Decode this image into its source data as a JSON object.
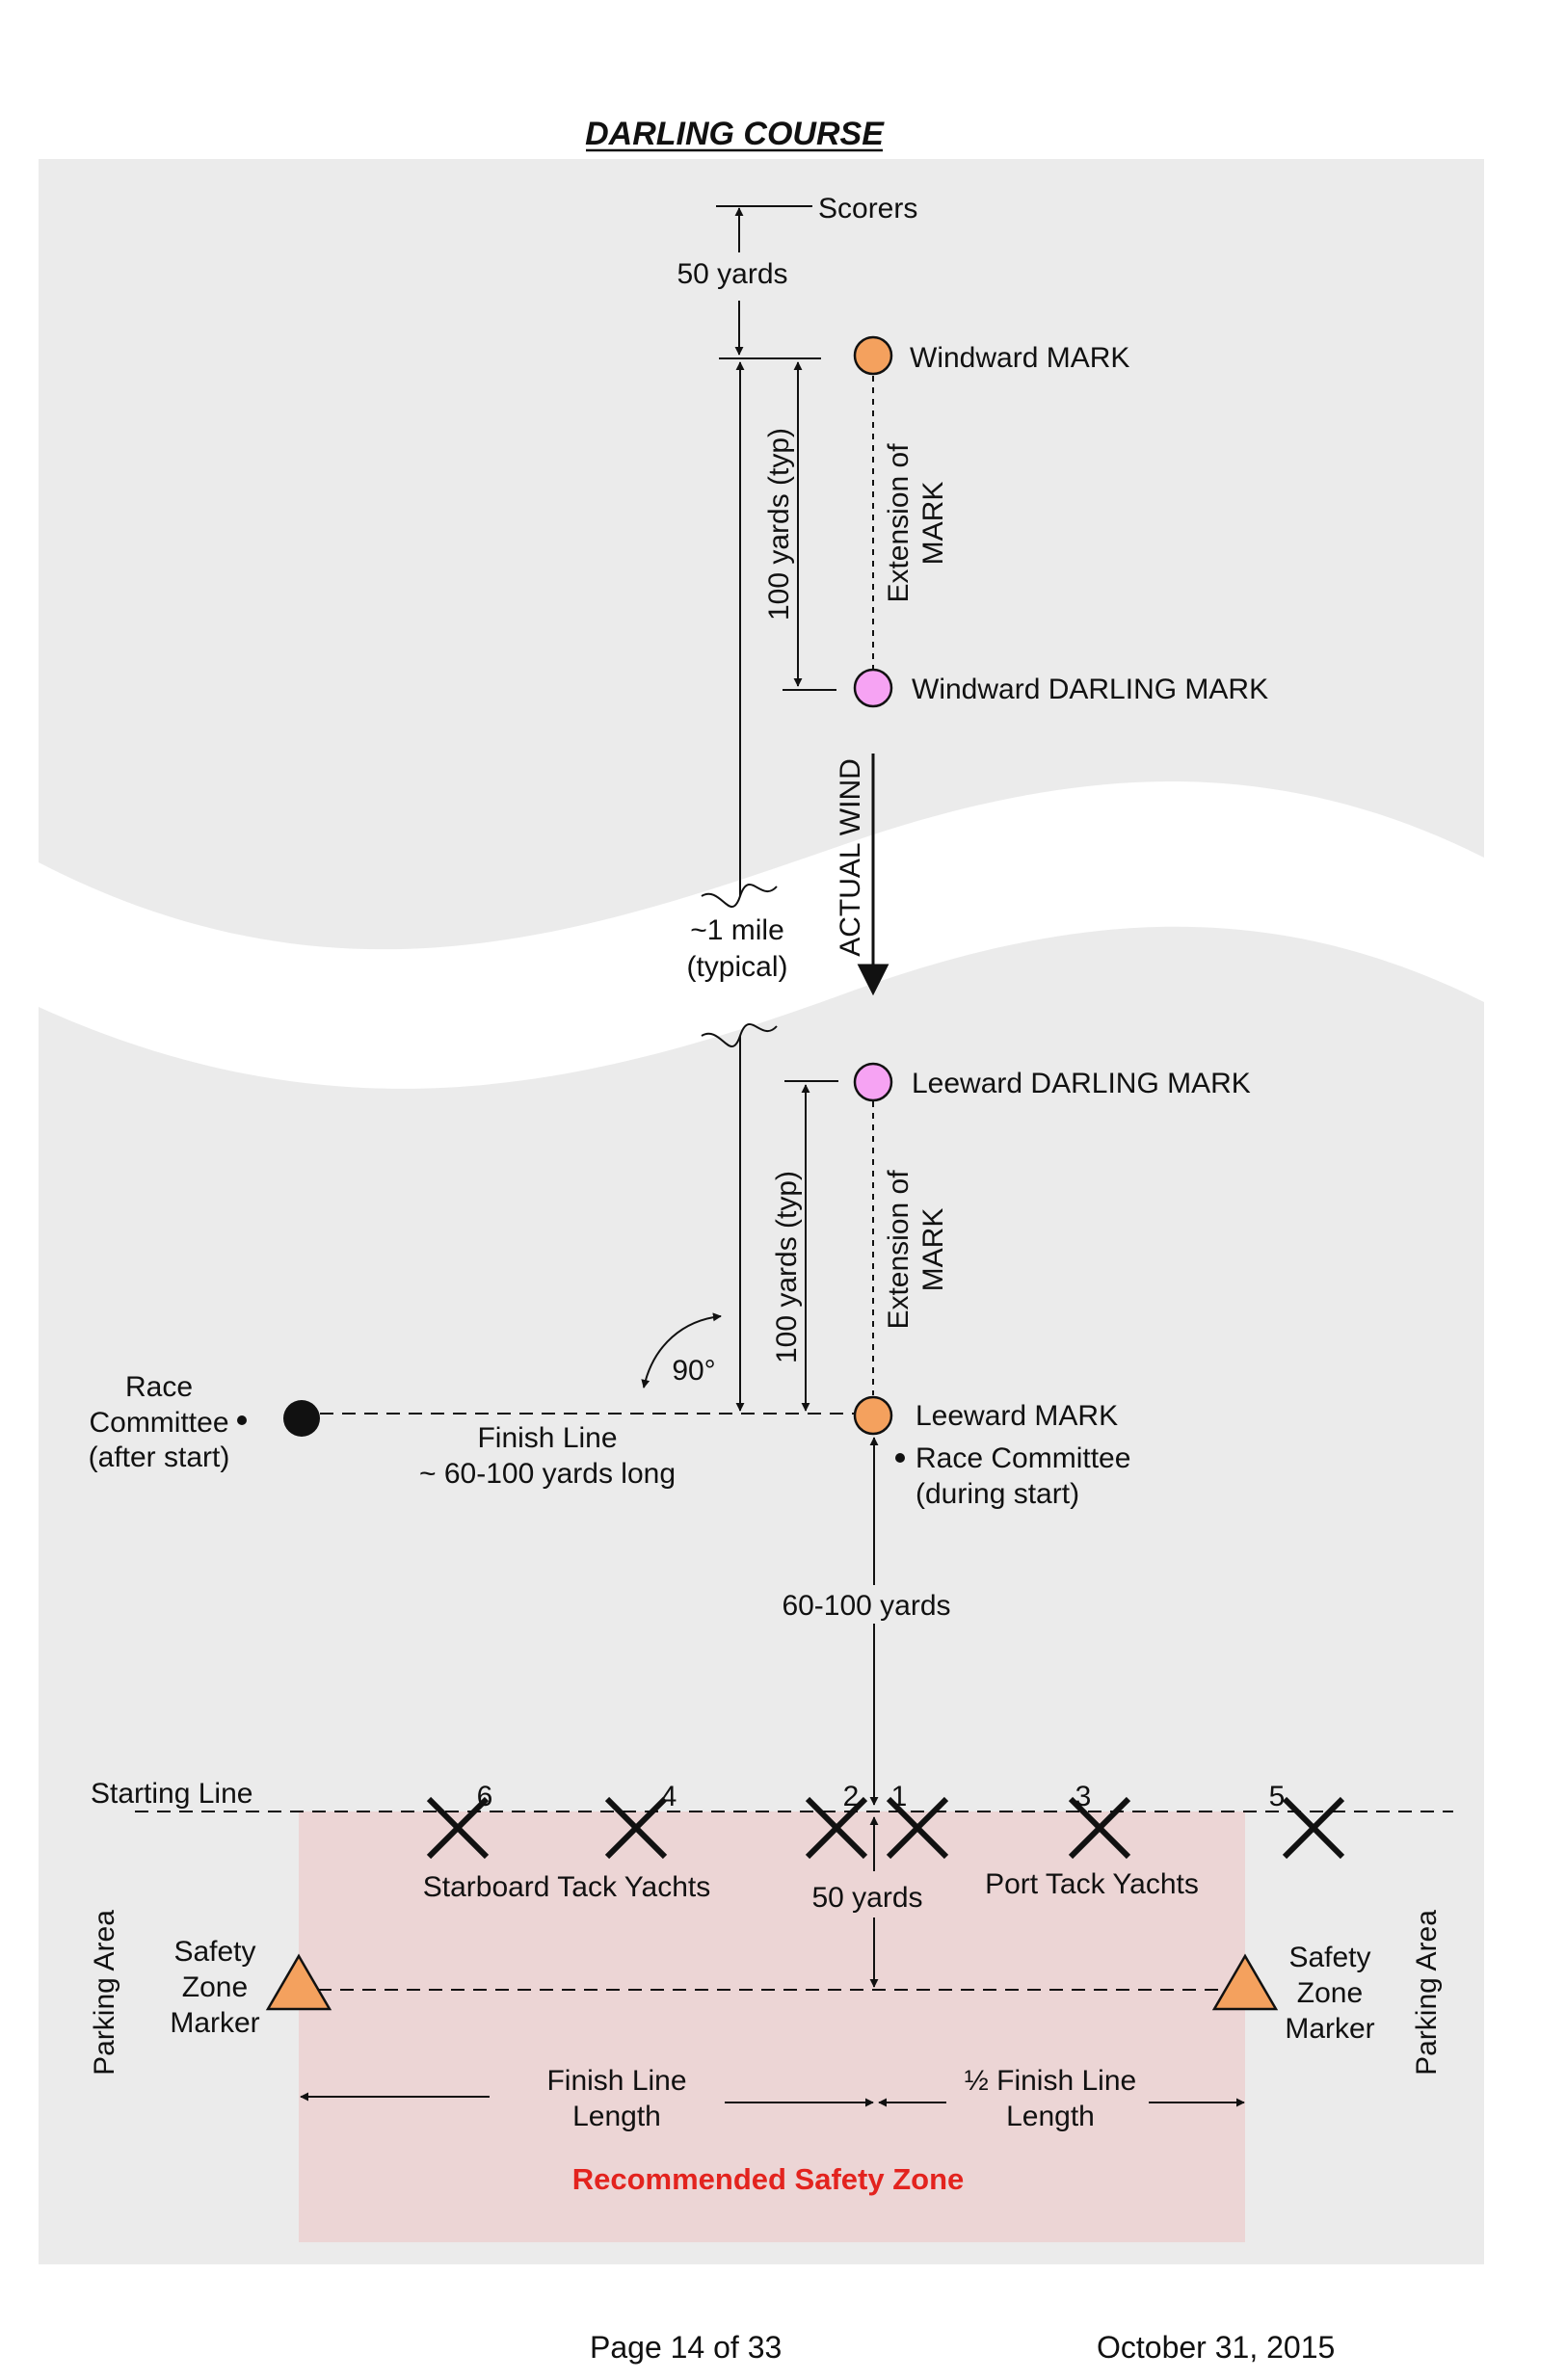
{
  "title": "DARLING COURSE",
  "labels": {
    "scorers": "Scorers",
    "dim_50_top": "50 yards",
    "windward_mark": "Windward MARK",
    "windward_darling_mark": "Windward DARLING MARK",
    "typ_100_upper": "100 yards (typ)",
    "extension_upper_1": "Extension of",
    "extension_upper_2": "MARK",
    "actual_wind": "ACTUAL WIND",
    "one_mile_1": "~1 mile",
    "one_mile_2": "(typical)",
    "leeward_darling_mark": "Leeward DARLING MARK",
    "typ_100_lower": "100 yards (typ)",
    "extension_lower_1": "Extension of",
    "extension_lower_2": "MARK",
    "angle": "90°",
    "race_committee_after_1": "Race",
    "race_committee_after_2": "Committee",
    "race_committee_after_3": "(after start)",
    "finish_line_1": "Finish Line",
    "finish_line_2": "~ 60-100 yards long",
    "leeward_mark": "Leeward MARK",
    "race_committee_during_1": "Race Committee",
    "race_committee_during_2": "(during start)",
    "dim_60_100": "60-100 yards",
    "starting_line": "Starting Line",
    "starboard_tack": "Starboard Tack Yachts",
    "port_tack": "Port Tack Yachts",
    "dim_50_bottom": "50 yards",
    "safety_marker_left_1": "Safety",
    "safety_marker_left_2": "Zone",
    "safety_marker_left_3": "Marker",
    "safety_marker_right_1": "Safety",
    "safety_marker_right_2": "Zone",
    "safety_marker_right_3": "Marker",
    "parking_left": "Parking Area",
    "parking_right": "Parking Area",
    "finish_length_1": "Finish Line",
    "finish_length_2": "Length",
    "half_finish_length_1": "½ Finish Line",
    "half_finish_length_2": "Length",
    "safety_zone": "Recommended Safety Zone"
  },
  "yachts": [
    "6",
    "4",
    "2",
    "1",
    "3",
    "5"
  ],
  "colors": {
    "water": "#ebebeb",
    "safety_zone": "#ecd5d5",
    "orange_mark": "#f4a15e",
    "pink_mark": "#f6a3f3",
    "safety_zone_text": "#e3231e",
    "line": "#111111"
  },
  "footer": {
    "page": "Page 14 of 33",
    "date": "October 31, 2015"
  }
}
